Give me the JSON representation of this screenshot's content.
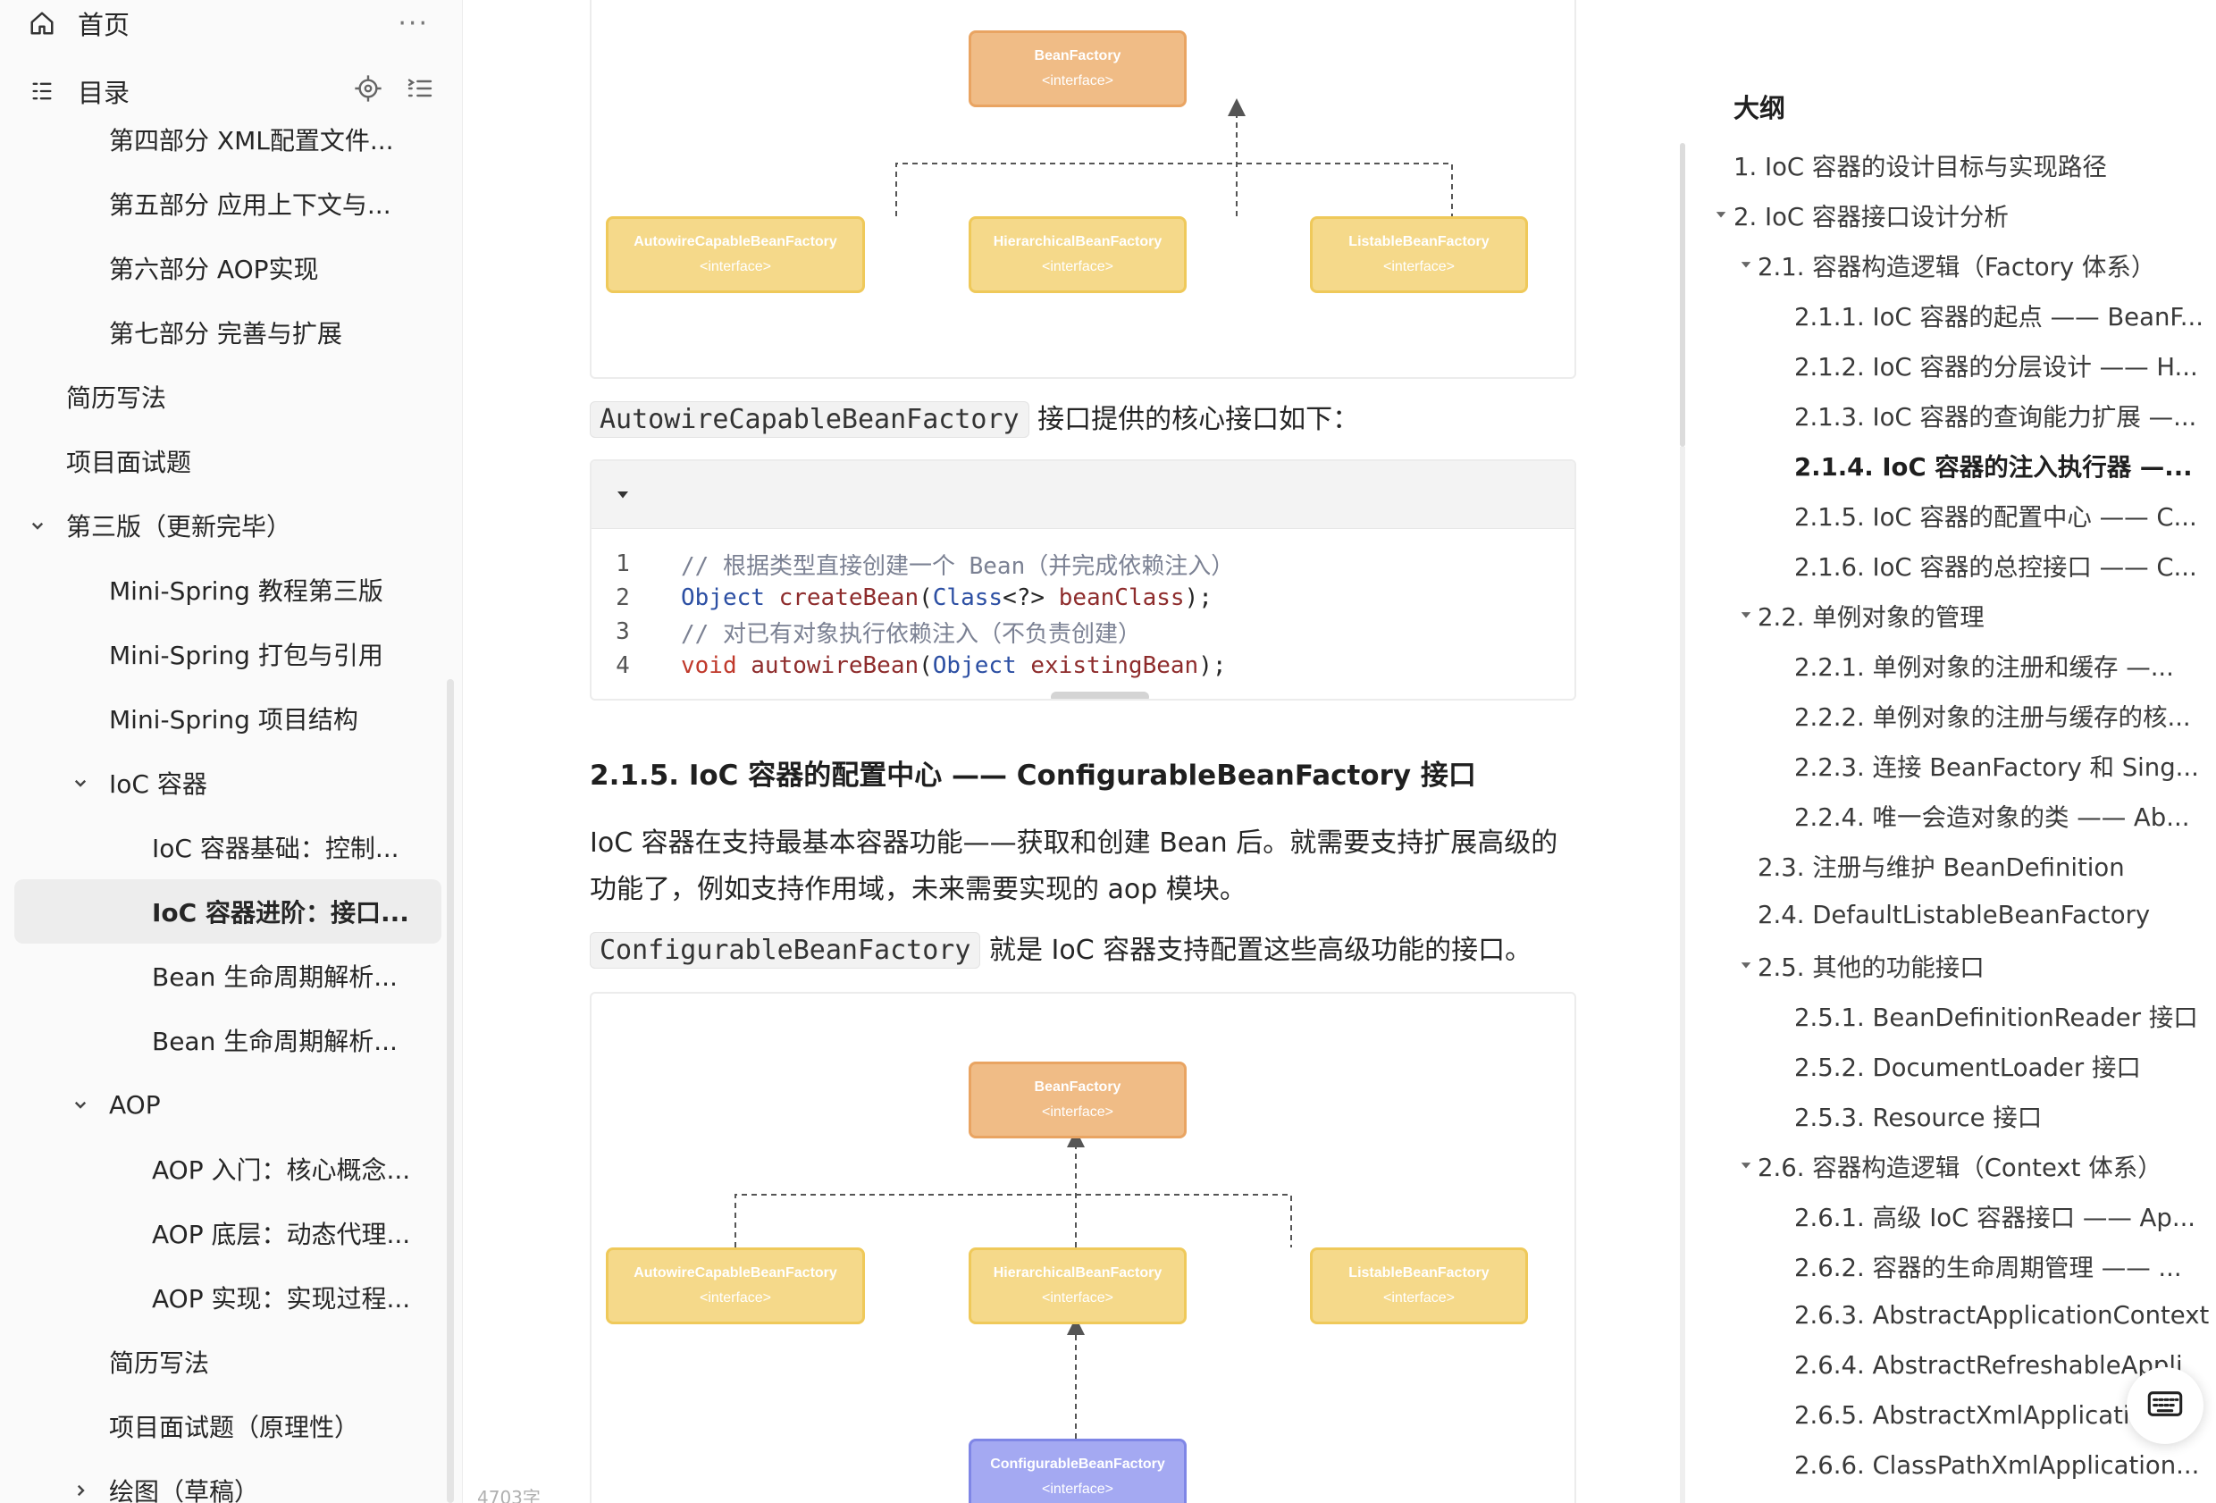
{
  "sidebar": {
    "home_label": "首页",
    "more_label": "···",
    "toc_label": "目录",
    "items": [
      {
        "label": "第四部分 XML配置文件...",
        "indent": 2,
        "chevron": "",
        "active": false
      },
      {
        "label": "第五部分 应用上下文与...",
        "indent": 2,
        "chevron": "",
        "active": false
      },
      {
        "label": "第六部分 AOP实现",
        "indent": 2,
        "chevron": "",
        "active": false
      },
      {
        "label": "第七部分 完善与扩展",
        "indent": 2,
        "chevron": "",
        "active": false
      },
      {
        "label": "简历写法",
        "indent": 1,
        "chevron": "",
        "active": false
      },
      {
        "label": "项目面试题",
        "indent": 1,
        "chevron": "",
        "active": false
      },
      {
        "label": "第三版（更新完毕）",
        "indent": 1,
        "chevron": "down",
        "active": false
      },
      {
        "label": "Mini-Spring 教程第三版",
        "indent": 2,
        "chevron": "",
        "active": false
      },
      {
        "label": "Mini-Spring 打包与引用",
        "indent": 2,
        "chevron": "",
        "active": false
      },
      {
        "label": "Mini-Spring 项目结构",
        "indent": 2,
        "chevron": "",
        "active": false
      },
      {
        "label": "IoC 容器",
        "indent": 2,
        "chevron": "down",
        "active": false
      },
      {
        "label": "IoC 容器基础：控制...",
        "indent": 3,
        "chevron": "",
        "active": false
      },
      {
        "label": "IoC 容器进阶：接口...",
        "indent": 3,
        "chevron": "",
        "active": true
      },
      {
        "label": "Bean 生命周期解析...",
        "indent": 3,
        "chevron": "",
        "active": false
      },
      {
        "label": "Bean 生命周期解析...",
        "indent": 3,
        "chevron": "",
        "active": false
      },
      {
        "label": "AOP",
        "indent": 2,
        "chevron": "down",
        "active": false
      },
      {
        "label": "AOP 入门：核心概念...",
        "indent": 3,
        "chevron": "",
        "active": false
      },
      {
        "label": "AOP 底层：动态代理...",
        "indent": 3,
        "chevron": "",
        "active": false
      },
      {
        "label": "AOP 实现：实现过程...",
        "indent": 3,
        "chevron": "",
        "active": false
      },
      {
        "label": "简历写法",
        "indent": 2,
        "chevron": "",
        "active": false
      },
      {
        "label": "项目面试题（原理性）",
        "indent": 2,
        "chevron": "",
        "active": false
      },
      {
        "label": "绘图（草稿）",
        "indent": 2,
        "chevron": "right",
        "active": false
      }
    ]
  },
  "main": {
    "diagram1": {
      "root": {
        "name": "BeanFactory",
        "sub": "<interface>"
      },
      "children": [
        {
          "name": "AutowireCapableBeanFactory",
          "sub": "<interface>"
        },
        {
          "name": "HierarchicalBeanFactory",
          "sub": "<interface>"
        },
        {
          "name": "ListableBeanFactory",
          "sub": "<interface>"
        }
      ]
    },
    "para1": {
      "code": "AutowireCapableBeanFactory",
      "text": " 接口提供的核心接口如下："
    },
    "code_lines": [
      {
        "n": "1",
        "tokens": [
          {
            "t": "// 根据类型直接创建一个 Bean（并完成依赖注入）",
            "c": "c-cm"
          }
        ]
      },
      {
        "n": "2",
        "tokens": [
          {
            "t": "Object",
            "c": "c-ty"
          },
          {
            "t": " ",
            "c": "c-tx"
          },
          {
            "t": "createBean",
            "c": "c-fn"
          },
          {
            "t": "(",
            "c": "c-tx"
          },
          {
            "t": "Class",
            "c": "c-ty"
          },
          {
            "t": "<?> ",
            "c": "c-tx"
          },
          {
            "t": "beanClass",
            "c": "c-fn"
          },
          {
            "t": ");",
            "c": "c-tx"
          }
        ]
      },
      {
        "n": "3",
        "tokens": [
          {
            "t": "// 对已有对象执行依赖注入（不负责创建）",
            "c": "c-cm"
          }
        ]
      },
      {
        "n": "4",
        "tokens": [
          {
            "t": "void",
            "c": "c-kw"
          },
          {
            "t": " ",
            "c": "c-tx"
          },
          {
            "t": "autowireBean",
            "c": "c-fn"
          },
          {
            "t": "(",
            "c": "c-tx"
          },
          {
            "t": "Object",
            "c": "c-ty"
          },
          {
            "t": " ",
            "c": "c-tx"
          },
          {
            "t": "existingBean",
            "c": "c-fn"
          },
          {
            "t": ");",
            "c": "c-tx"
          }
        ]
      }
    ],
    "heading": "2.1.5. IoC 容器的配置中心 —— ConfigurableBeanFactory 接口",
    "para2": "IoC 容器在支持最基本容器功能——获取和创建 Bean 后。就需要支持扩展高级的功能了，例如支持作用域，未来需要实现的 aop 模块。",
    "para3": {
      "code": "ConfigurableBeanFactory",
      "text": " 就是 IoC 容器支持配置这些高级功能的接口。"
    },
    "diagram2": {
      "root": {
        "name": "BeanFactory",
        "sub": "<interface>"
      },
      "children": [
        {
          "name": "AutowireCapableBeanFactory",
          "sub": "<interface>"
        },
        {
          "name": "HierarchicalBeanFactory",
          "sub": "<interface>"
        },
        {
          "name": "ListableBeanFactory",
          "sub": "<interface>"
        }
      ],
      "bottom": {
        "name": "ConfigurableBeanFactory",
        "sub": "<interface>"
      }
    },
    "word_count": "4703字"
  },
  "outline": {
    "title": "大纲",
    "items": [
      {
        "label": "1. IoC 容器的设计目标与实现路径",
        "level": 0,
        "tri": false,
        "bold": false
      },
      {
        "label": "2. IoC 容器接口设计分析",
        "level": 0,
        "tri": true,
        "bold": false
      },
      {
        "label": "2.1. 容器构造逻辑（Factory 体系）",
        "level": 1,
        "tri": true,
        "bold": false
      },
      {
        "label": "2.1.1. IoC 容器的起点 —— BeanF...",
        "level": 2,
        "tri": false,
        "bold": false
      },
      {
        "label": "2.1.2. IoC 容器的分层设计 —— H...",
        "level": 2,
        "tri": false,
        "bold": false
      },
      {
        "label": "2.1.3. IoC 容器的查询能力扩展 —...",
        "level": 2,
        "tri": false,
        "bold": false
      },
      {
        "label": "2.1.4. IoC 容器的注入执行器 —...",
        "level": 2,
        "tri": false,
        "bold": true
      },
      {
        "label": "2.1.5. IoC 容器的配置中心 —— C...",
        "level": 2,
        "tri": false,
        "bold": false
      },
      {
        "label": "2.1.6. IoC 容器的总控接口 —— C...",
        "level": 2,
        "tri": false,
        "bold": false
      },
      {
        "label": "2.2. 单例对象的管理",
        "level": 1,
        "tri": true,
        "bold": false
      },
      {
        "label": "2.2.1. 单例对象的注册和缓存 —...",
        "level": 2,
        "tri": false,
        "bold": false
      },
      {
        "label": "2.2.2. 单例对象的注册与缓存的核...",
        "level": 2,
        "tri": false,
        "bold": false
      },
      {
        "label": "2.2.3. 连接 BeanFactory 和 Sing...",
        "level": 2,
        "tri": false,
        "bold": false
      },
      {
        "label": "2.2.4. 唯一会造对象的类 —— Ab...",
        "level": 2,
        "tri": false,
        "bold": false
      },
      {
        "label": "2.3. 注册与维护 BeanDefinition",
        "level": 1,
        "tri": false,
        "bold": false
      },
      {
        "label": "2.4. DefaultListableBeanFactory",
        "level": 1,
        "tri": false,
        "bold": false
      },
      {
        "label": "2.5. 其他的功能接口",
        "level": 1,
        "tri": true,
        "bold": false
      },
      {
        "label": "2.5.1. BeanDefinitionReader 接口",
        "level": 2,
        "tri": false,
        "bold": false
      },
      {
        "label": "2.5.2. DocumentLoader 接口",
        "level": 2,
        "tri": false,
        "bold": false
      },
      {
        "label": "2.5.3. Resource 接口",
        "level": 2,
        "tri": false,
        "bold": false
      },
      {
        "label": "2.6. 容器构造逻辑（Context 体系）",
        "level": 1,
        "tri": true,
        "bold": false
      },
      {
        "label": "2.6.1. 高级 IoC 容器接口 —— Ap...",
        "level": 2,
        "tri": false,
        "bold": false
      },
      {
        "label": "2.6.2. 容器的生命周期管理 —— ...",
        "level": 2,
        "tri": false,
        "bold": false
      },
      {
        "label": "2.6.3. AbstractApplicationContext",
        "level": 2,
        "tri": false,
        "bold": false
      },
      {
        "label": "2.6.4. AbstractRefreshableAppli",
        "level": 2,
        "tri": false,
        "bold": false
      },
      {
        "label": "2.6.5. AbstractXmlApplication",
        "level": 2,
        "tri": false,
        "bold": false
      },
      {
        "label": "2.6.6. ClassPathXmlApplication...",
        "level": 2,
        "tri": false,
        "bold": false
      }
    ]
  },
  "colors": {
    "root_node": "#f0bc86",
    "child_node": "#f5d98a",
    "config_node": "#a4a9f2",
    "active_item_bg": "#ededed"
  },
  "icons": {
    "home": "home-icon",
    "more": "more-icon",
    "toc": "toc-icon",
    "locate": "locate-icon",
    "collapse": "collapse-list-icon",
    "keyboard": "keyboard-icon"
  }
}
